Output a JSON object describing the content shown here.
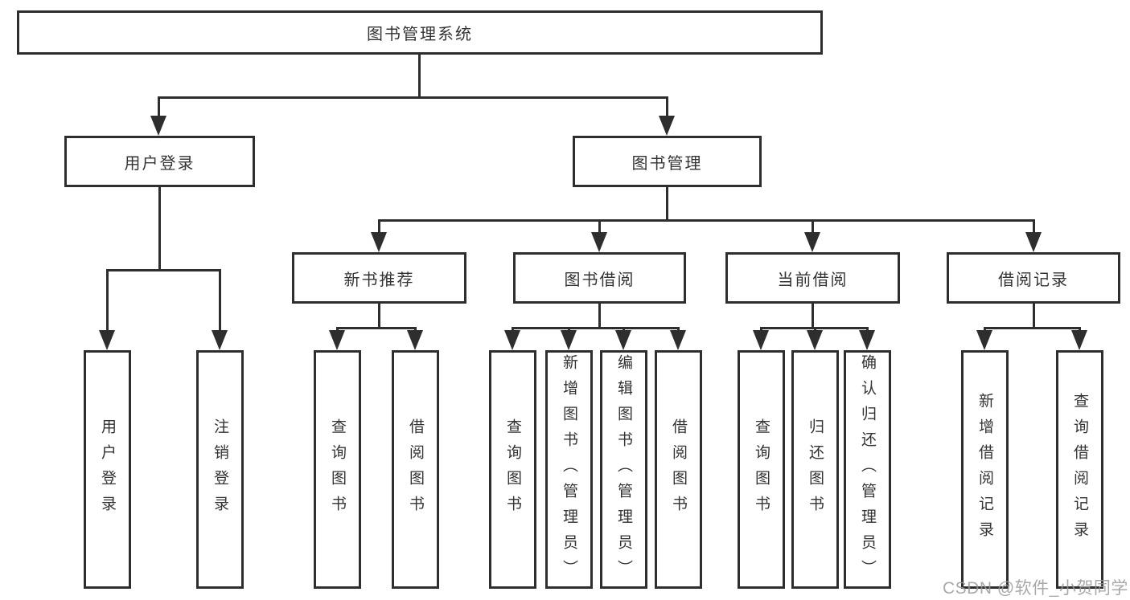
{
  "diagram_type": "hierarchy-tree",
  "tree": {
    "root": {
      "label": "图书管理系统"
    },
    "level2": [
      {
        "label": "用户登录"
      },
      {
        "label": "图书管理"
      }
    ],
    "level3": [
      {
        "label": "新书推荐"
      },
      {
        "label": "图书借阅"
      },
      {
        "label": "当前借阅"
      },
      {
        "label": "借阅记录"
      }
    ],
    "leaves": [
      {
        "label": "用户登录"
      },
      {
        "label": "注销登录"
      },
      {
        "label": "查询图书"
      },
      {
        "label": "借阅图书"
      },
      {
        "label": "查询图书"
      },
      {
        "label": "新增图书（管理员）"
      },
      {
        "label": "编辑图书（管理员）"
      },
      {
        "label": "借阅图书"
      },
      {
        "label": "查询图书"
      },
      {
        "label": "归还图书"
      },
      {
        "label": "确认归还（管理员）"
      },
      {
        "label": "新增借阅记录"
      },
      {
        "label": "查询借阅记录"
      }
    ]
  },
  "watermark": "CSDN @软件_小贺同学",
  "colors": {
    "line": "#2e2e2e",
    "text": "#333333",
    "watermark": "#9a9a9a",
    "background": "#ffffff"
  }
}
